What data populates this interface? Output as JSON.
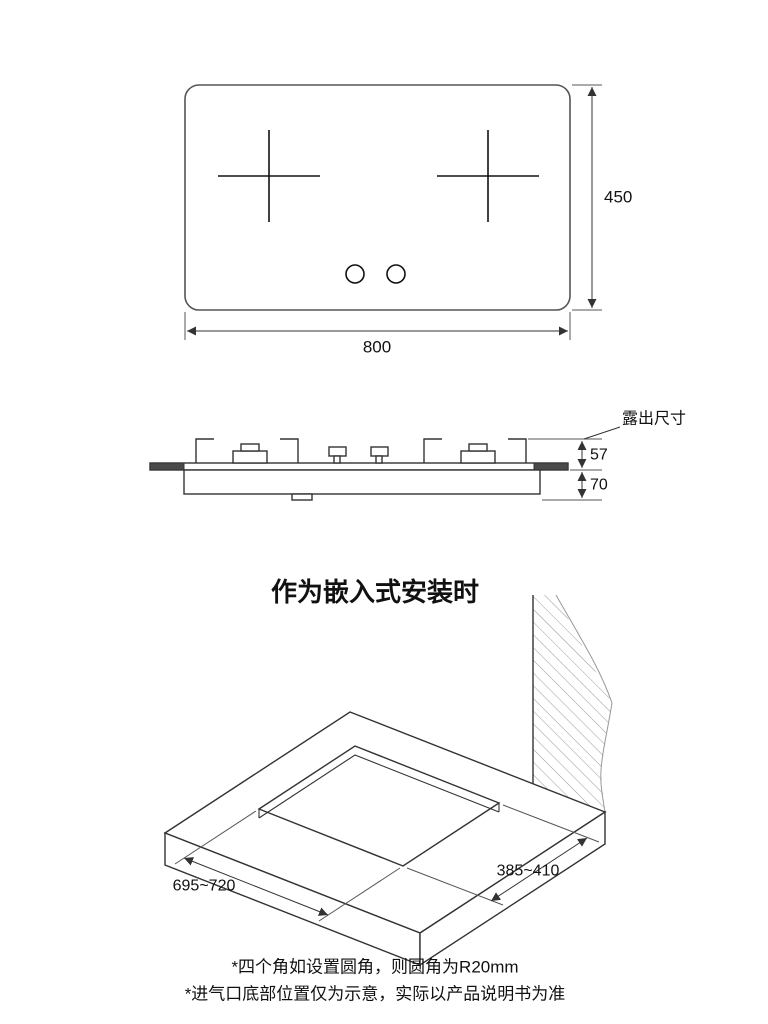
{
  "colors": {
    "line": "#333333",
    "panel_outline": "#555555",
    "text": "#111111",
    "hatch": "#999999",
    "end_cap_fill": "#4a4a4a",
    "background": "#ffffff"
  },
  "top_view": {
    "width_label": "800",
    "depth_label": "450"
  },
  "side_view": {
    "callout_label": "露出尺寸",
    "exposed_height_label": "57",
    "below_counter_label": "70"
  },
  "installation_view": {
    "title": "作为嵌入式安装时",
    "cutout_width_label": "695~720",
    "cutout_depth_label": "385~410"
  },
  "footnotes": {
    "corner_note": "*四个角如设置圆角，则圆角为R20mm",
    "inlet_note": "*进气口底部位置仅为示意，实际以产品说明书为准"
  }
}
